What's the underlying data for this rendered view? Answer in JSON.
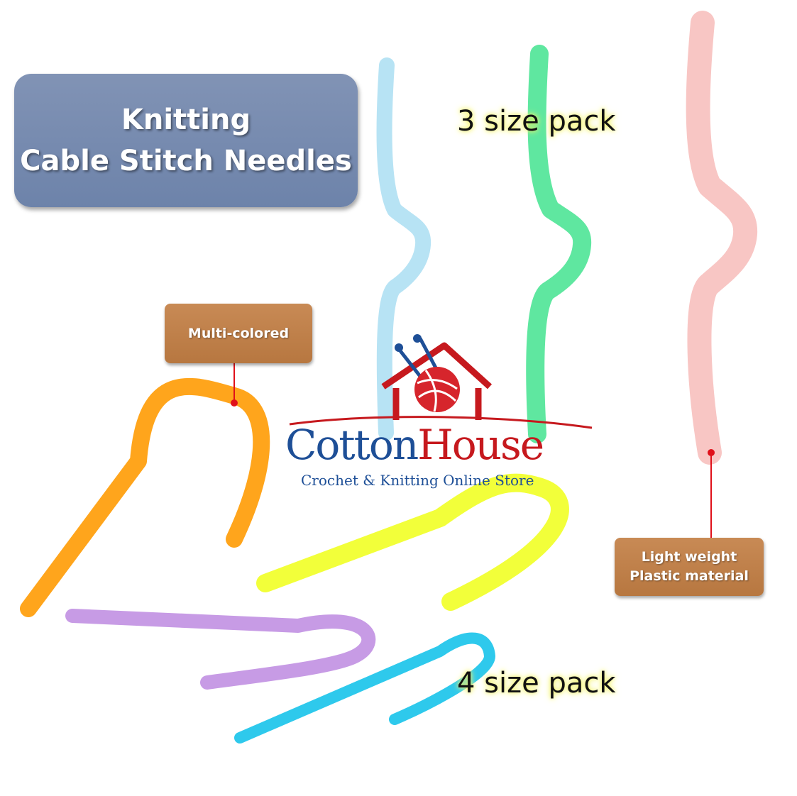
{
  "title": {
    "line1": "Knitting",
    "line2": "Cable Stitch Needles"
  },
  "labels": {
    "pack3": "3 size pack",
    "pack4": "4 size pack"
  },
  "callouts": {
    "multi_colored": "Multi-colored",
    "light_weight_line1": "Light weight",
    "light_weight_line2": "Plastic material"
  },
  "logo": {
    "name_part1": "Cotton",
    "name_part2": "House",
    "tagline": "Crochet & Knitting Online Store"
  },
  "needle_colors": {
    "light_blue": "#b7e3f4",
    "green": "#5fe7a0",
    "pink": "#f8c6c4",
    "orange": "#ffa51c",
    "yellow": "#f2ff3a",
    "purple": "#c79be5",
    "cyan": "#2ec9ec"
  },
  "colors": {
    "title_bg": "#7489b0",
    "callout_bg": "#bf7e48",
    "logo_blue": "#1e4f97",
    "logo_red": "#c6191e",
    "pointer_red": "#e0101a"
  }
}
